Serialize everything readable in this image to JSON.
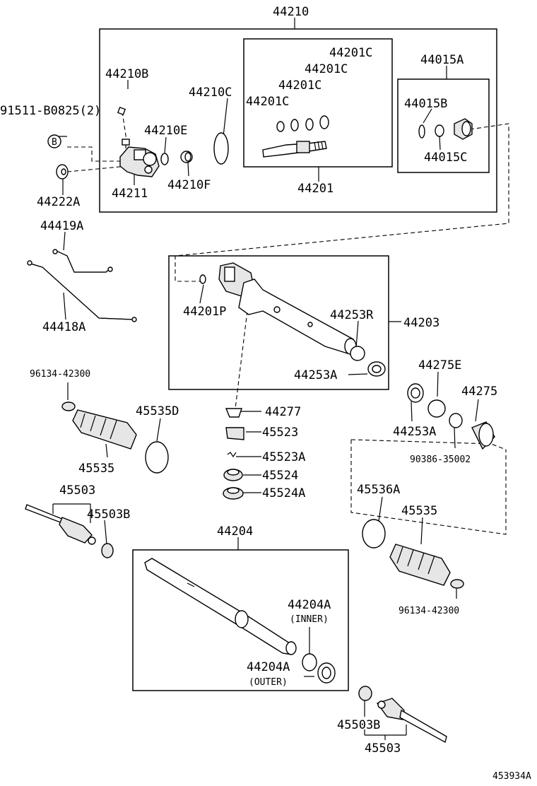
{
  "labels": {
    "l44210": "44210",
    "l44201C_a": "44201C",
    "l44201C_b": "44201C",
    "l44201C_c": "44201C",
    "l44201C_d": "44201C",
    "l44015A": "44015A",
    "l44210B": "44210B",
    "l44210C": "44210C",
    "l44015B": "44015B",
    "l91511": "91511-B0825(2)",
    "lB": "B",
    "l44210E": "44210E",
    "l44015C": "44015C",
    "l44211": "44211",
    "l44210F": "44210F",
    "l44201": "44201",
    "l44222A": "44222A",
    "l44419A": "44419A",
    "l44418A": "44418A",
    "l44201P": "44201P",
    "l44253R": "44253R",
    "l44203": "44203",
    "l44253A_a": "44253A",
    "l96134_a": "96134-42300",
    "l44275E": "44275E",
    "l44275": "44275",
    "l45535D": "45535D",
    "l44277": "44277",
    "l45523": "45523",
    "l44253A_b": "44253A",
    "l45535_a": "45535",
    "l45523A": "45523A",
    "l90386": "90386-35002",
    "l45524": "45524",
    "l45503_a": "45503",
    "l45524A": "45524A",
    "l45536A": "45536A",
    "l45503B_a": "45503B",
    "l45535_b": "45535",
    "l44204": "44204",
    "l44204A_inner": "44204A",
    "l_inner": "(INNER)",
    "l96134_b": "96134-42300",
    "l44204A_outer": "44204A",
    "l_outer": "(OUTER)",
    "l45503B_b": "45503B",
    "l45503_b": "45503",
    "ref": "453934A"
  }
}
